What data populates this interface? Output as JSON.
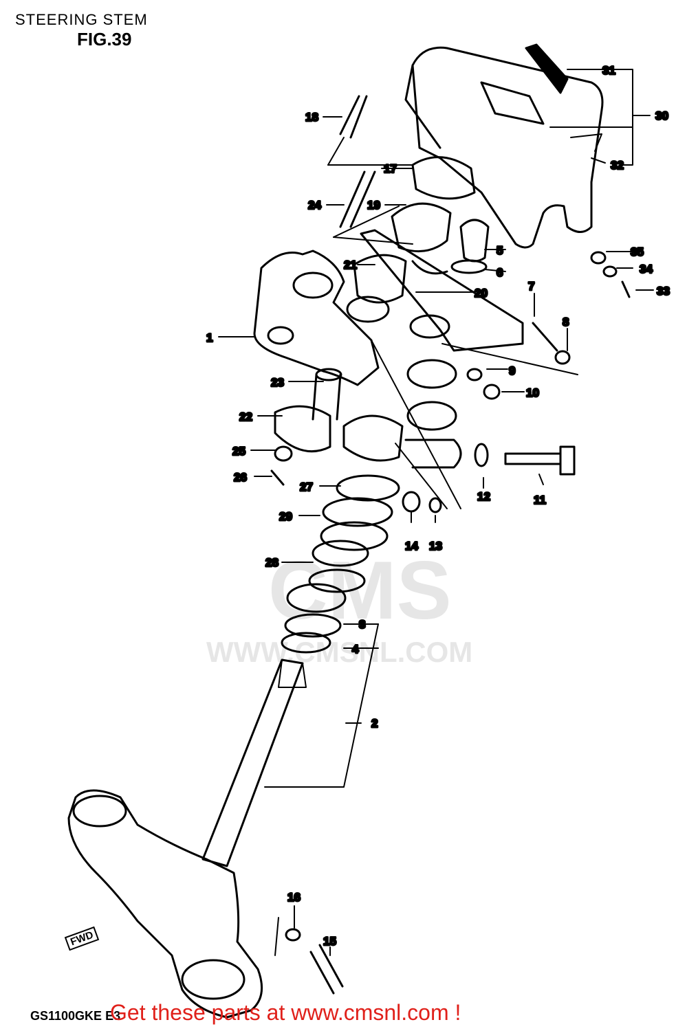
{
  "header": {
    "title": "STEERING STEM",
    "figure": "FIG.39"
  },
  "footer": {
    "model": "GS1100GKE E3",
    "promo": "Get these parts at www.cmsnl.com !"
  },
  "watermark": {
    "logo": "CMS",
    "url": "WWW.CMSNL.COM"
  },
  "direction_marker": "FWD",
  "callouts": [
    "1",
    "2",
    "3",
    "4",
    "5",
    "6",
    "7",
    "8",
    "9",
    "10",
    "11",
    "12",
    "13",
    "14",
    "15",
    "16",
    "17",
    "18",
    "19",
    "20",
    "21",
    "22",
    "23",
    "24",
    "25",
    "26",
    "27",
    "28",
    "29",
    "30",
    "31",
    "32",
    "33",
    "34",
    "35"
  ],
  "colors": {
    "promo": "#e0201a",
    "line": "#000000",
    "watermark": "#e6e6e6"
  }
}
